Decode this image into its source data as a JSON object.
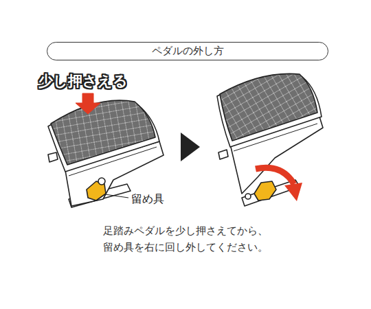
{
  "diagram": {
    "title": "ペダルの外し方",
    "caption": "足踏みペダルを少し押さえてから、 留め具を右に回し外してください。",
    "labels": [
      "少し押さえる",
      "留め具"
    ]
  }
}
